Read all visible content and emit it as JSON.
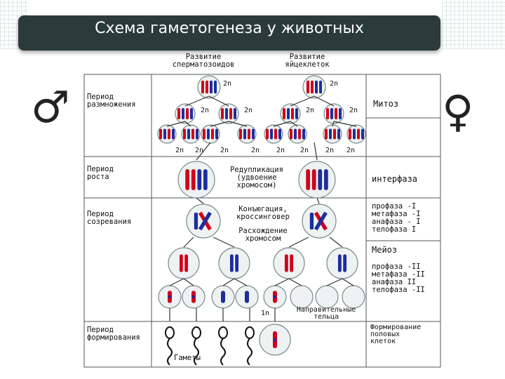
{
  "title": "Схема гаметогенеза у животных",
  "header": {
    "left": "Развитие\nсперматозоидов",
    "right": "Развитие\nяйцеклеток"
  },
  "periods": {
    "reproduction": "Период\nразмножения",
    "growth": "Период\nроста",
    "maturation": "Период\nсозревания",
    "formation": "Период\nформирования"
  },
  "center_labels": {
    "reduplication": "Редупликация\n(удвоение\nхромосом)",
    "conjugation": "Конъюгация,\nкроссинговер",
    "divergence": "Расхождение\nхромосом",
    "polar_bodies": "Направительные\nтельца",
    "gametes": "Гаметы"
  },
  "ploidy": {
    "diploid": "2n",
    "haploid": "1n"
  },
  "right_labels": {
    "mitosis": "Митоз",
    "interphase": "интерфаза",
    "meiosis1": "профаза -I\nметафаза -I\nанафаза - I\nтелофаза  I",
    "meiosis": "Мейоз",
    "meiosis2": "профаза -II\nметафаза -II\nанафаза  II\nтелофаза -II",
    "formation": "Формирование\nполовых\nклеток"
  },
  "symbols": {
    "male": "♂",
    "female": "♀"
  },
  "colors": {
    "title_bg": "#2b3a3a",
    "chrom_red": "#d0021b",
    "chrom_blue": "#1c2e9c",
    "cell_fill": "#eef2f2",
    "cell_stroke": "#7a8a8a"
  }
}
